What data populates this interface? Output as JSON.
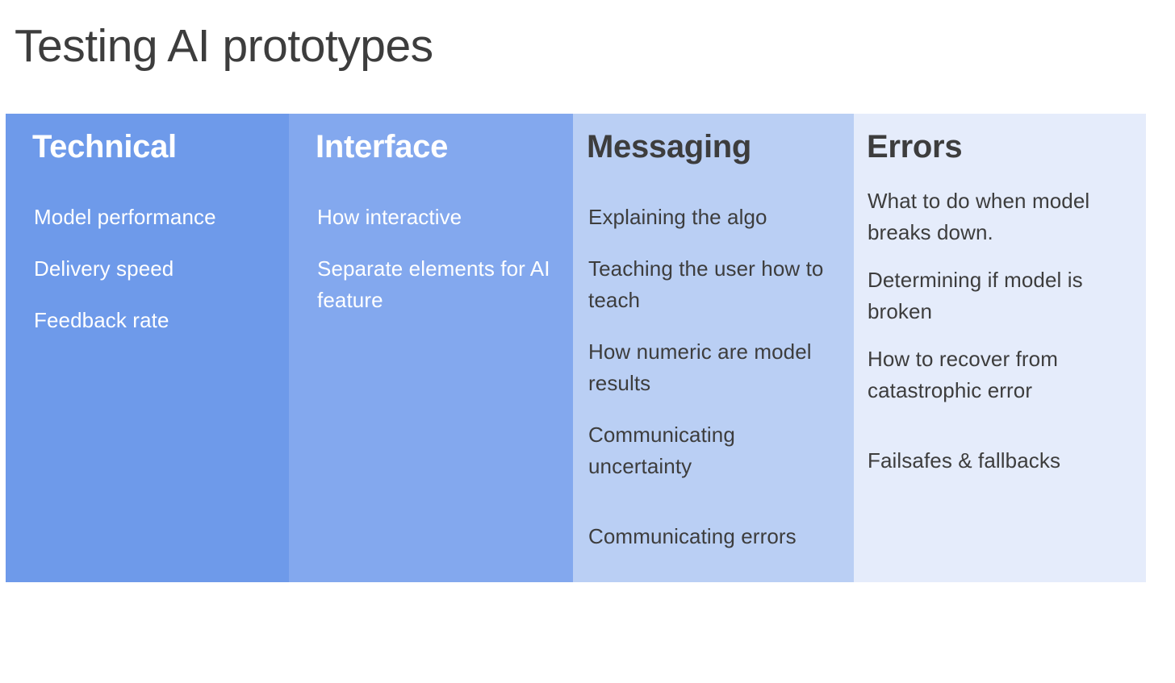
{
  "slide": {
    "title": "Testing AI prototypes",
    "background": "#ffffff",
    "title_color": "#3d3d3d"
  },
  "columns": [
    {
      "heading": "Technical",
      "background": "#6e9aea",
      "text_color": "#ffffff",
      "items": [
        {
          "text": "Model performance",
          "gap_before": false
        },
        {
          "text": "Delivery speed",
          "gap_before": false
        },
        {
          "text": "Feedback rate",
          "gap_before": false
        }
      ]
    },
    {
      "heading": "Interface",
      "background": "#83a8ee",
      "text_color": "#ffffff",
      "items": [
        {
          "text": "How interactive",
          "gap_before": false
        },
        {
          "text": "Separate elements for AI feature",
          "gap_before": false
        }
      ]
    },
    {
      "heading": "Messaging",
      "background": "#bacff4",
      "text_color": "#3d3d3d",
      "items": [
        {
          "text": "Explaining the algo",
          "gap_before": false
        },
        {
          "text": "Teaching the user how to teach",
          "gap_before": false
        },
        {
          "text": "How numeric are model results",
          "gap_before": false
        },
        {
          "text": "Communicating uncertainty",
          "gap_before": false
        },
        {
          "text": "Communicating errors",
          "gap_before": true
        }
      ]
    },
    {
      "heading": "Errors",
      "background": "#e5ecfb",
      "text_color": "#3d3d3d",
      "items": [
        {
          "text": "What to do when model breaks down.",
          "gap_before": false
        },
        {
          "text": "Determining if model is broken",
          "gap_before": false
        },
        {
          "text": "How to recover from catastrophic error",
          "gap_before": false
        },
        {
          "text": "Failsafes & fallbacks",
          "gap_before": true
        }
      ]
    }
  ]
}
